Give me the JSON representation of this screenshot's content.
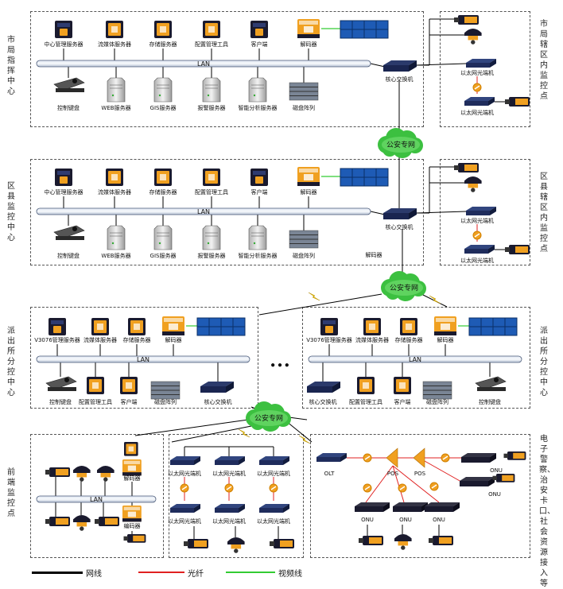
{
  "zones": {
    "city": {
      "label": "市局指挥中心",
      "right_label": "市局辖区内监控点"
    },
    "county": {
      "label": "区县监控中心",
      "right_label": "区县辖区内监控点"
    },
    "station_left": {
      "label": "派出所分控中心"
    },
    "station_right": {
      "label": "派出所分控中心"
    },
    "front": {
      "label": "前端监控点"
    },
    "access": {
      "label": "电子警察、治安卡口、社会资源接入等"
    }
  },
  "devices": {
    "center_mgmt": "中心管理服务器",
    "stream": "流媒体服务器",
    "storage": "存储服务器",
    "config_tool": "配置管理工具",
    "client": "客户端",
    "decoder": "解码器",
    "control_kb": "控制键盘",
    "web_server": "WEB服务器",
    "gis_server": "GIS服务器",
    "alarm_server": "报警服务器",
    "analysis_server": "智能分析服务器",
    "disk_array": "磁盘阵列",
    "core_switch": "核心交换机",
    "eth_optical": "以太网光端机",
    "v3076": "V3076管理服务器",
    "config_tool2": "配置管理工具",
    "encoder": "编码器",
    "olt": "OLT",
    "pos": "POS",
    "onu": "ONU",
    "lan": "LAN",
    "ellipsis": "● ● ●"
  },
  "clouds": {
    "label": "公安专网"
  },
  "legend": {
    "items": [
      {
        "label": "网线",
        "color": "#000000"
      },
      {
        "label": "光纤",
        "color": "#e02020"
      },
      {
        "label": "视频线",
        "color": "#33cc33"
      }
    ]
  },
  "colors": {
    "device_dark": "#1a1a2e",
    "device_orange": "#f0a020",
    "tv_wall": "#1e5bb5",
    "cloud": "#3cc040"
  }
}
